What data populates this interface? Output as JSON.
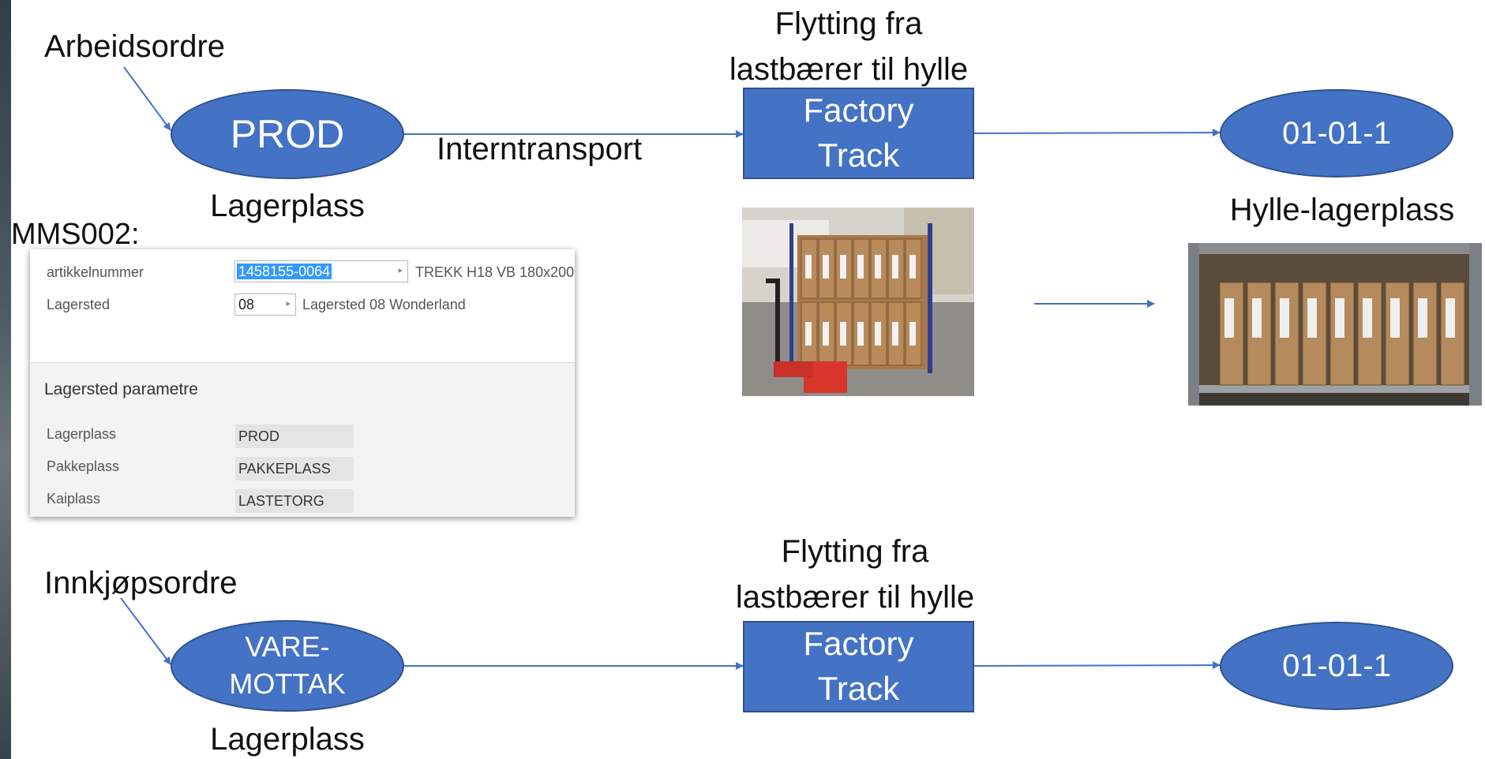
{
  "top_flow": {
    "source_label": "Arbeidsordre",
    "start_node": "PROD",
    "start_caption": "Lagerplass",
    "edge_label": "Interntransport",
    "process_caption": [
      "Flytting fra",
      "lastbærer til hylle"
    ],
    "process_node": [
      "Factory",
      "Track"
    ],
    "end_node": "01-01-1",
    "end_caption": "Hylle-lagerplass"
  },
  "bottom_flow": {
    "source_label": "Innkjøpsordre",
    "start_node": [
      "VARE-",
      "MOTTAK"
    ],
    "start_caption": "Lagerplass",
    "process_caption": [
      "Flytting fra",
      "lastbærer til hylle"
    ],
    "process_node": [
      "Factory",
      "Track"
    ],
    "end_node": "01-01-1"
  },
  "form": {
    "title": "MMS002:",
    "item_label": "artikkelnummer",
    "item_value": "1458155-0064",
    "item_description": "TREKK H18 VB 180x200",
    "warehouse_label": "Lagersted",
    "warehouse_value": "08",
    "warehouse_description": "Lagersted 08 Wonderland",
    "section_title": "Lagersted parametre",
    "params": [
      {
        "label": "Lagerplass",
        "value": "PROD"
      },
      {
        "label": "Pakkeplass",
        "value": "PAKKEPLASS"
      },
      {
        "label": "Kaiplass",
        "value": "LASTETORG"
      }
    ]
  },
  "colors": {
    "node_fill": "#4472c4",
    "node_border": "#2f528f",
    "arrow": "#4472c4",
    "selection": "#3399ff"
  }
}
